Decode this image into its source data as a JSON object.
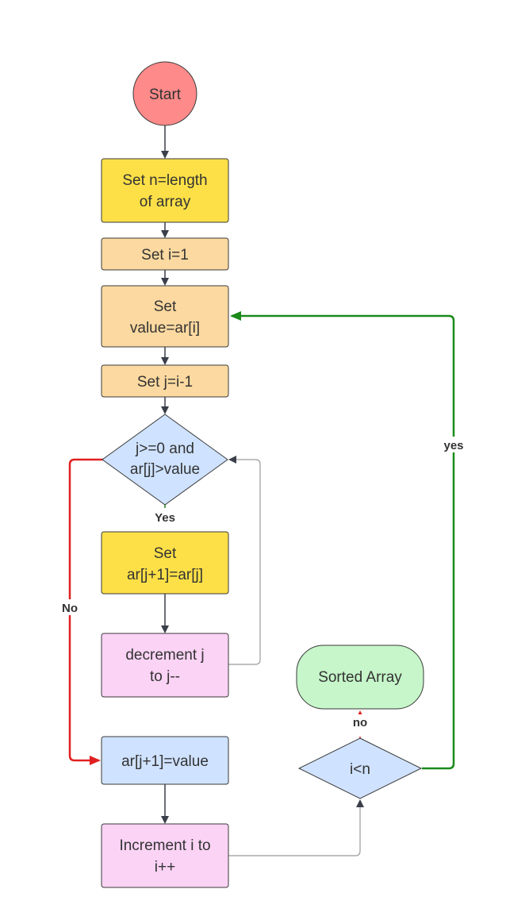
{
  "diagram": {
    "nodes": {
      "start": {
        "text": "Start",
        "fill": "#ff8a8a",
        "shape": "circle"
      },
      "set_n": {
        "lines": [
          "Set n=length",
          "of array"
        ],
        "fill": "#fde047",
        "shape": "rect"
      },
      "set_i": {
        "text": "Set i=1",
        "fill": "#fcd9a0",
        "shape": "rect"
      },
      "set_value": {
        "lines": [
          "Set",
          "value=ar[i]"
        ],
        "fill": "#fcd9a0",
        "shape": "rect"
      },
      "set_j": {
        "text": "Set j=i-1",
        "fill": "#fcd9a0",
        "shape": "rect"
      },
      "cond_j": {
        "lines": [
          "j>=0 and",
          "ar[j]>value"
        ],
        "fill": "#cfe2ff",
        "shape": "diamond"
      },
      "set_arj": {
        "lines": [
          "Set",
          "ar[j+1]=ar[j]"
        ],
        "fill": "#fde047",
        "shape": "rect"
      },
      "decrement_j": {
        "lines": [
          "decrement j",
          "to j--"
        ],
        "fill": "#fbd3f5",
        "shape": "rect"
      },
      "assign_value": {
        "text": "ar[j+1]=value",
        "fill": "#cfe2ff",
        "shape": "rect"
      },
      "increment_i": {
        "lines": [
          "Increment i to",
          "i++"
        ],
        "fill": "#fbd3f5",
        "shape": "rect"
      },
      "cond_i": {
        "text": "i<n",
        "fill": "#cfe2ff",
        "shape": "diamond"
      },
      "sorted": {
        "text": "Sorted Array",
        "fill": "#c6f6c9",
        "shape": "rounded"
      }
    },
    "edge_labels": {
      "yes_inner": "Yes",
      "no_inner": "No",
      "yes_outer": "yes",
      "no_outer": "no"
    },
    "colors": {
      "edge_default": "#3a3f4a",
      "edge_yes": "#1a8a1a",
      "edge_no": "#e02020",
      "edge_loop": "#9a9a9a"
    }
  }
}
